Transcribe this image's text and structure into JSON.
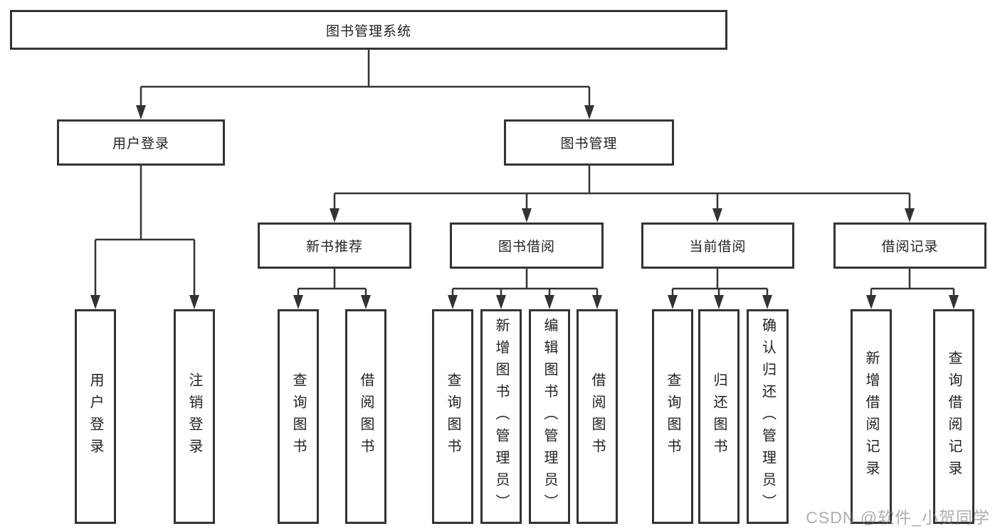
{
  "tree": {
    "root": "图书管理系统",
    "user_login": "用户登录",
    "book_mgmt": "图书管理",
    "new_book_rec": "新书推荐",
    "book_borrow": "图书借阅",
    "current_borrow": "当前借阅",
    "borrow_record": "借阅记录",
    "leaf_user_login": "用户登录",
    "leaf_logout": "注销登录",
    "leaf_rec_query": "查询图书",
    "leaf_rec_borrow": "借阅图书",
    "leaf_bb_query": "查询图书",
    "leaf_bb_add": "新增图书（管理员）",
    "leaf_bb_edit": "编辑图书（管理员）",
    "leaf_bb_borrow": "借阅图书",
    "leaf_cb_query": "查询图书",
    "leaf_cb_return": "归还图书",
    "leaf_cb_confirm": "确认归还（管理员）",
    "leaf_br_add": "新增借阅记录",
    "leaf_br_query": "查询借阅记录"
  },
  "watermark": "CSDN @软件_小贺同学",
  "colors": {
    "line": "#333333",
    "text": "#222222",
    "watermark_color": "#7d7d7d"
  }
}
